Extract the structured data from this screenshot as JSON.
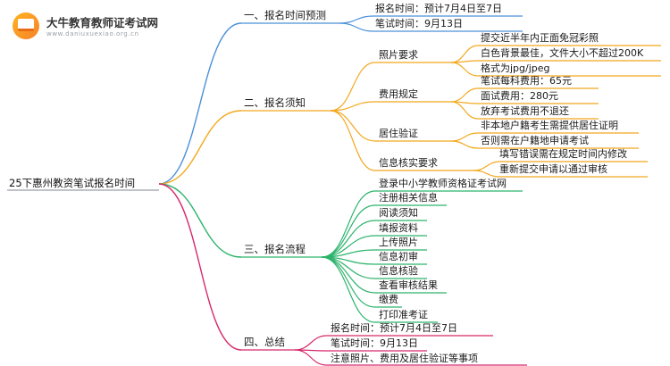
{
  "logo": {
    "name": "大牛教育教师证考试网",
    "url": "www.daniuxuexiao.org.cn"
  },
  "root": {
    "label": "25下惠州教资笔试报名时间"
  },
  "colors": {
    "blue": "#4a90d9",
    "orange": "#f2a81d",
    "green": "#2cb36b",
    "magenta": "#d6286b"
  },
  "branches": {
    "b1": {
      "label": "一、报名时间预测",
      "items": [
        "报名时间：预计7月4日至7日",
        "笔试时间：9月13日"
      ]
    },
    "b2": {
      "label": "二、报名须知",
      "groups": [
        {
          "label": "照片要求",
          "items": [
            "提交近半年内正面免冠彩照",
            "白色背景最佳，文件大小不超过200K",
            "格式为jpg/jpeg"
          ]
        },
        {
          "label": "费用规定",
          "items": [
            "笔试每科费用：65元",
            "面试费用：280元",
            "放弃考试费用不退还"
          ]
        },
        {
          "label": "居住验证",
          "items": [
            "非本地户籍考生需提供居住证明",
            "否则需在户籍地申请考试"
          ]
        },
        {
          "label": "信息核实要求",
          "items": [
            "填写错误需在规定时间内修改",
            "重新提交申请以通过审核"
          ]
        }
      ]
    },
    "b3": {
      "label": "三、报名流程",
      "items": [
        "登录中小学教师资格证考试网",
        "注册相关信息",
        "阅读须知",
        "填报资料",
        "上传照片",
        "信息初审",
        "信息核验",
        "查看审核结果",
        "缴费",
        "打印准考证"
      ]
    },
    "b4": {
      "label": "四、总结",
      "items": [
        "报名时间：预计7月4日至7日",
        "笔试时间：9月13日",
        "注意照片、费用及居住验证等事项"
      ]
    }
  }
}
